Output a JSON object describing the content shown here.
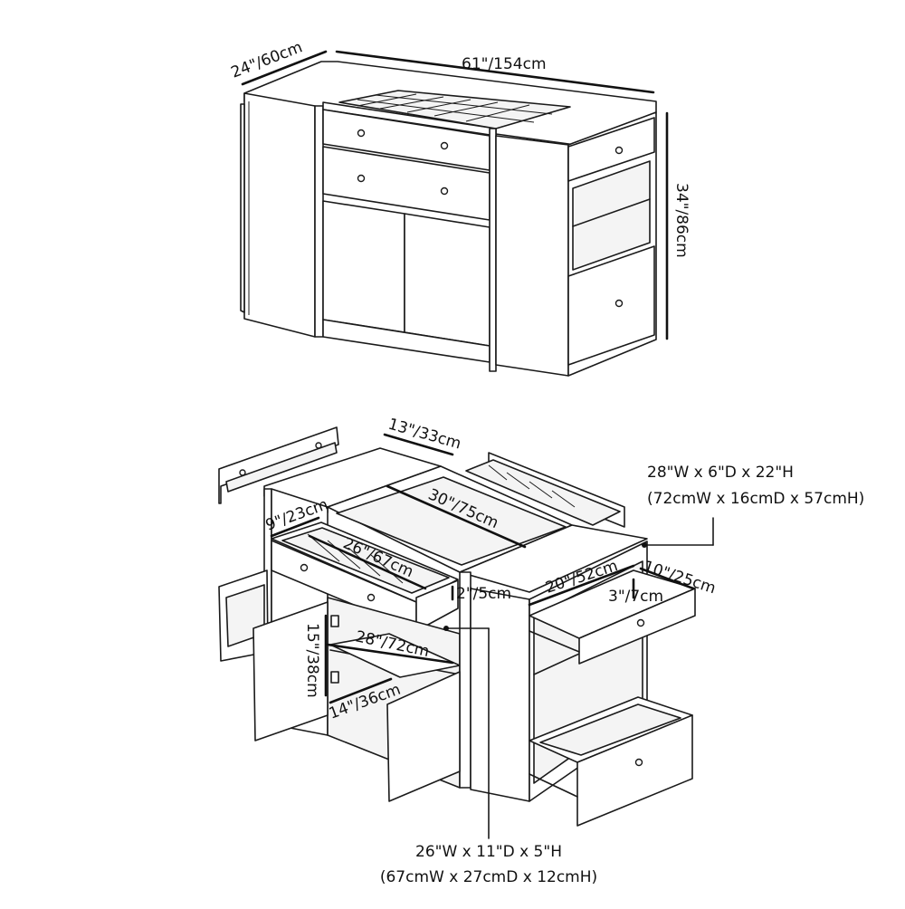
{
  "diagram": {
    "top_view": {
      "depth_label": "24\"/60cm",
      "width_label": "61\"/154cm",
      "height_label": "34\"/86cm"
    },
    "exploded_view": {
      "labels": {
        "top_drawer_depth": "13\"/33cm",
        "top_tray_width": "30\"/75cm",
        "drawer_depth": "9\"/23cm",
        "drawer_width": "26\"/67cm",
        "drawer_gap": "2\"/5cm",
        "side_drawer_width": "20\"/52cm",
        "side_drawer_depth": "10\"/25cm",
        "side_drawer_height": "3\"/7cm",
        "shelf_width": "28\"/72cm",
        "shelf_height": "15\"/38cm",
        "shelf_depth": "14\"/36cm"
      },
      "callouts": [
        {
          "id": "tray",
          "line1": "28\"W x 6\"D x 22\"H",
          "line2": "(72cmW x 16cmD x 57cmH)"
        },
        {
          "id": "drawer",
          "line1": "26\"W x 11\"D x 5\"H",
          "line2": "(67cmW x 27cmD x 12cmH)"
        }
      ]
    }
  }
}
